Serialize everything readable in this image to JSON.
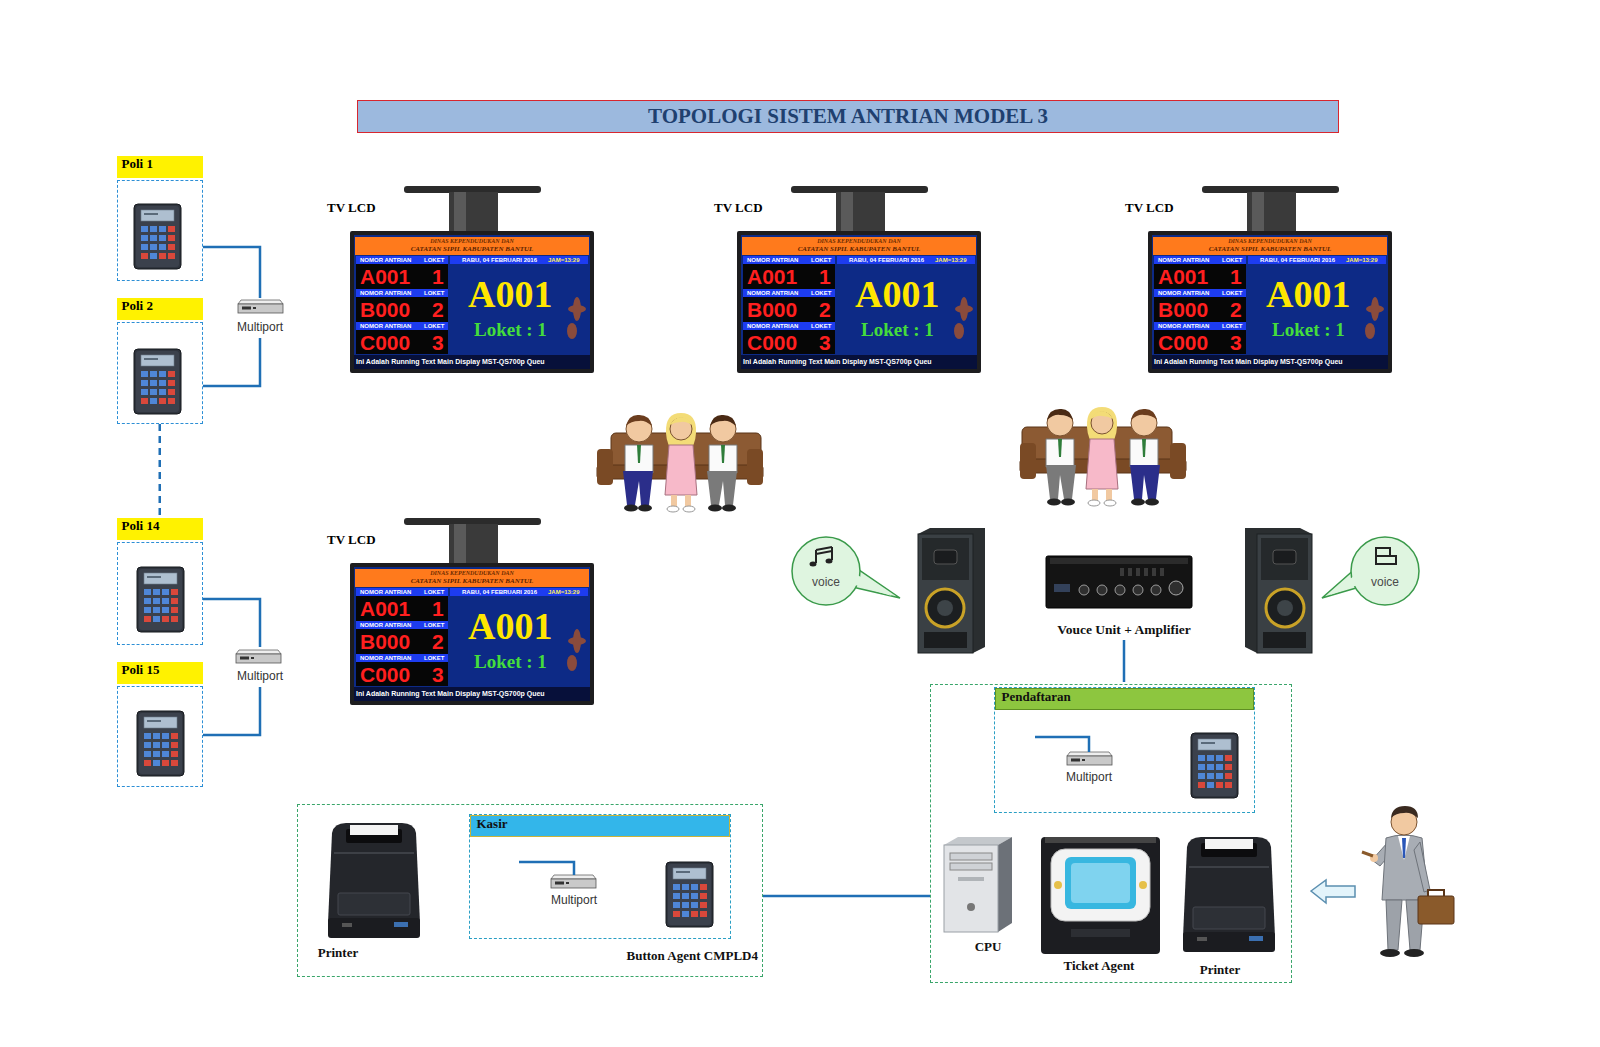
{
  "diagram": {
    "title": "TOPOLOGI SISTEM ANTRIAN MODEL 3",
    "nodes": [
      {
        "text": [
          "Poli 1"
        ]
      },
      {
        "text": [
          "TV LCD",
          "DINAS KEPENDUDUKAN DAN",
          "CATATAN SIPIL KABUPATEN BANTUL",
          "NOMOR ANTRIAN",
          "LOKET",
          "RABU, 04 FEBRUARI 2016",
          "JAM=13:29",
          "A001",
          "1",
          "NOMOR ANTRIAN",
          "LOKET",
          "B000",
          "2",
          "NOMOR ANTRIAN",
          "LOKET",
          "C000",
          "3",
          "A001",
          "Loket : 1",
          "Ini Adalah Running Text Main Display MST-QS700p Queu"
        ]
      },
      {
        "text": [
          "TV LCD",
          "DINAS KEPENDUDUKAN DAN",
          "CATATAN SIPIL KABUPATEN BANTUL",
          "NOMOR ANTRIAN",
          "LOKET",
          "RABU, 04 FEBRUARI 2016",
          "JAM=13:29",
          "A001",
          "1",
          "NOMOR ANTRIAN",
          "LOKET",
          "B000",
          "2",
          "NOMOR ANTRIAN",
          "LOKET",
          "C000",
          "3",
          "A001",
          "Loket : 1",
          "Ini Adalah Running Text Main Display MST-QS700p Queu"
        ]
      },
      {
        "text": [
          "TV LCD",
          "DINAS KEPENDUDUKAN DAN",
          "CATATAN SIPIL KABUPATEN BANTUL",
          "NOMOR ANTRIAN",
          "LOKET",
          "RABU, 04 FEBRUARI 2016",
          "JAM=13:29",
          "A001",
          "1",
          "NOMOR ANTRIAN",
          "LOKET",
          "B000",
          "2",
          "NOMOR ANTRIAN",
          "LOKET",
          "C000",
          "3",
          "A001",
          "Loket : 1",
          "Ini Adalah Running Text Main Display MST-QS700p Queu"
        ]
      },
      {
        "text": [
          "Multiport"
        ]
      },
      {
        "text": [
          "Poli 2"
        ]
      },
      {
        "text": [
          "Poli 14"
        ]
      },
      {
        "text": [
          "TV LCD",
          "DINAS KEPENDUDUKAN DAN",
          "CATATAN SIPIL KABUPATEN BANTUL",
          "NOMOR ANTRIAN",
          "LOKET",
          "RABU, 04 FEBRUARI 2016",
          "JAM=13:29",
          "A001",
          "1",
          "NOMOR ANTRIAN",
          "LOKET",
          "B000",
          "2",
          "NOMOR ANTRIAN",
          "LOKET",
          "C000",
          "3",
          "A001",
          "Loket : 1",
          "Ini Adalah Running Text Main Display MST-QS700p Queu"
        ]
      },
      {
        "text": [
          "voice"
        ]
      },
      {
        "text": [
          "Vouce Unit + Amplifier"
        ]
      },
      {
        "text": [
          "voice"
        ]
      },
      {
        "text": [
          "Multiport"
        ]
      },
      {
        "text": [
          "Poli 15"
        ]
      },
      {
        "text": [
          "CPU",
          "Ticket Agent",
          "Printer"
        ]
      },
      {
        "text": [
          "Pendaftaran"
        ],
        "in": 13
      },
      {
        "text": [
          "Multiport"
        ],
        "in": 14
      },
      {
        "text": [
          "Printer",
          "Button Agent CMPLD4"
        ]
      },
      {
        "text": [
          "Kasir"
        ],
        "in": 16
      },
      {
        "text": [
          "Multiport"
        ],
        "in": 17
      }
    ],
    "edges": [
      {
        "from": 0,
        "to": 4,
        "arrow": "none"
      },
      {
        "from": 5,
        "to": 4,
        "arrow": "none"
      },
      {
        "from": 5,
        "to": 6,
        "arrow": "none"
      },
      {
        "from": 6,
        "to": 11,
        "arrow": "none"
      },
      {
        "from": 12,
        "to": 11,
        "arrow": "none"
      },
      {
        "from": 9,
        "to": 13,
        "arrow": "none"
      },
      {
        "from": 16,
        "to": 13,
        "arrow": "none"
      }
    ]
  }
}
